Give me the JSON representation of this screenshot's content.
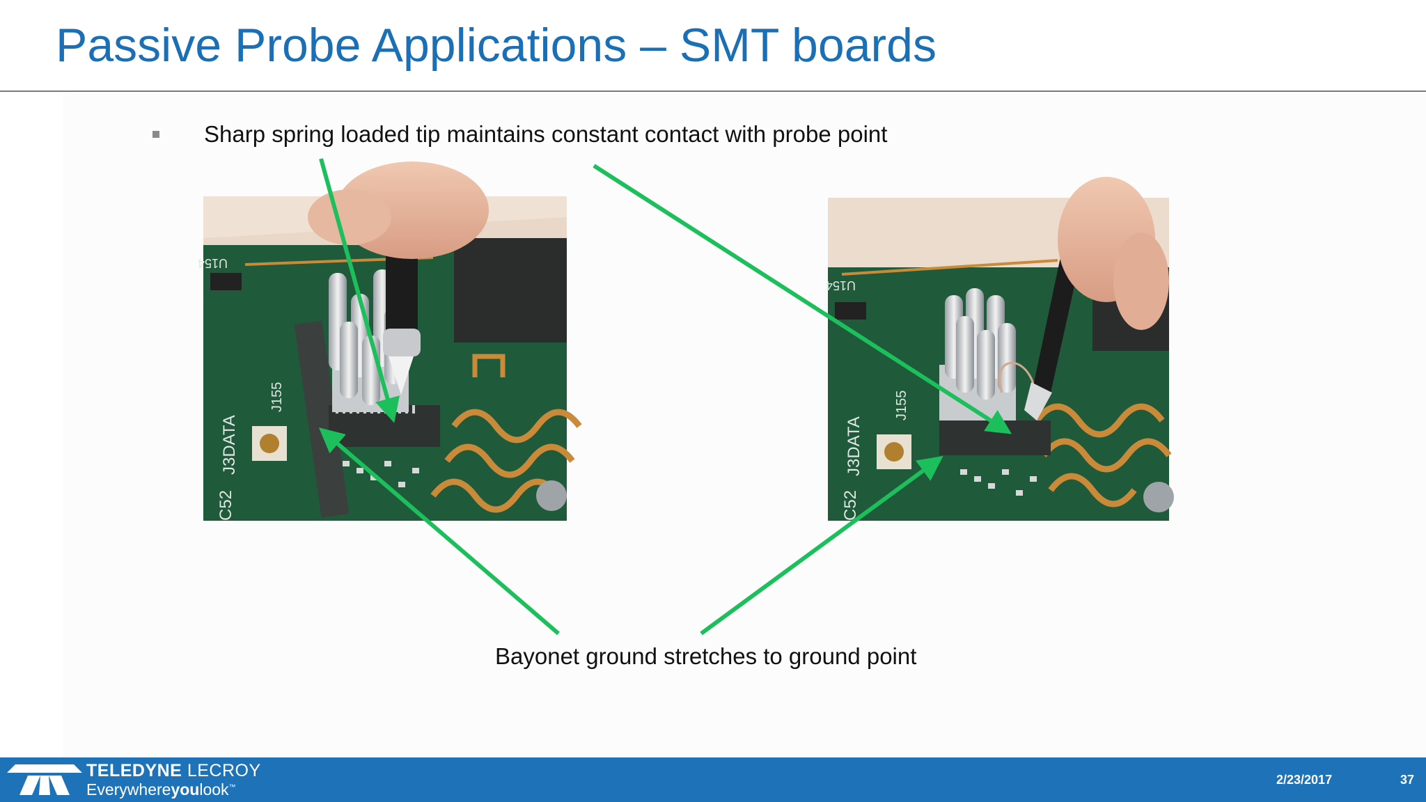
{
  "slide": {
    "title": "Passive Probe Applications – SMT boards",
    "bullet": "Sharp spring loaded tip maintains constant contact with probe point",
    "callout": "Bayonet ground stretches to ground point"
  },
  "photos": [
    {
      "description": "probe tip touching SMT chip pin on PCB",
      "labels": [
        "U154",
        "J155",
        "J3DATA",
        "C52"
      ]
    },
    {
      "description": "probe tip at angle on SMT chip pin on PCB",
      "labels": [
        "U154",
        "J155",
        "J3DATA",
        "C52"
      ]
    }
  ],
  "colors": {
    "title": "#1b6fb5",
    "arrow": "#1dbf5c",
    "footer": "#1e72b8",
    "pcb_green": "#1f5a3a",
    "trace_copper": "#c98a3a"
  },
  "footer": {
    "brand": "TELEDYNE",
    "brand_light": "LECROY",
    "tagline_prefix": "Everywhere",
    "tagline_bold": "you",
    "tagline_suffix": "look",
    "tagline_tm": "™",
    "date": "2/23/2017",
    "page": "37"
  },
  "icons": {
    "logo": "teledyne-logo-icon"
  }
}
